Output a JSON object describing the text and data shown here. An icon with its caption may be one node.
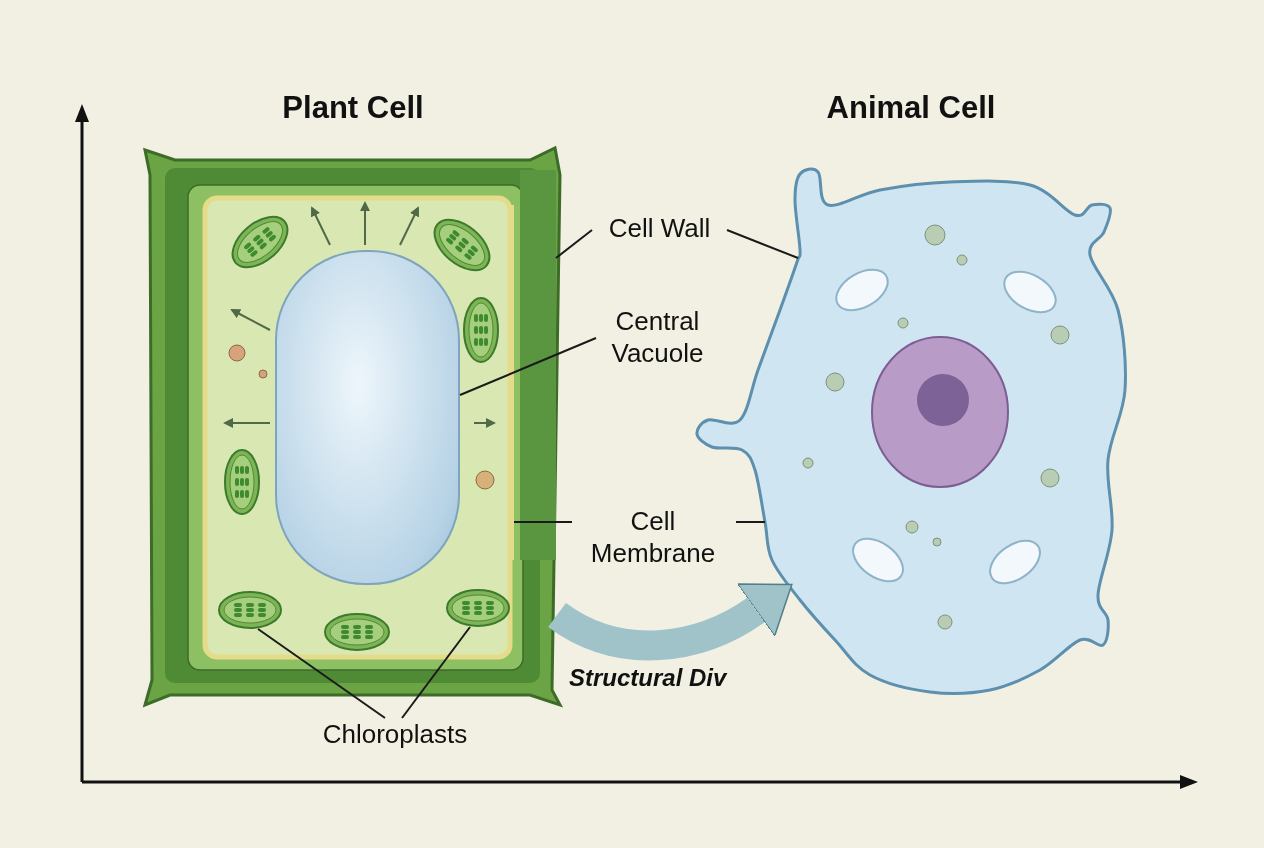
{
  "diagram": {
    "nodes": [
      {
        "text": [
          "Plant Cell"
        ]
      },
      {
        "text": [
          "Animal Cell"
        ]
      },
      {
        "text": [
          "Cell Wall"
        ]
      },
      {
        "text": [
          "Central Vacuole"
        ]
      },
      {
        "text": [
          "Cell Membrane"
        ]
      },
      {
        "text": [
          "Chloroplasts"
        ]
      },
      {
        "text": [],
        "shape": "bar",
        "in": 0
      },
      {
        "text": [],
        "shape": "picture",
        "in": 0
      },
      {
        "text": [],
        "shape": "bar",
        "in": 0
      },
      {
        "text": [],
        "shape": "picture",
        "in": 0
      },
      {
        "text": [],
        "shape": "picture",
        "in": 0
      }
    ],
    "edges": [
      {
        "from": 2,
        "to": 8,
        "arrow": "none"
      },
      {
        "from": 2,
        "to": 1,
        "arrow": "none"
      },
      {
        "from": 3,
        "to": 7,
        "arrow": "none"
      },
      {
        "from": 4,
        "to": 6,
        "arrow": "none"
      },
      {
        "from": 4,
        "to": 1,
        "arrow": "none"
      },
      {
        "from": 5,
        "to": 9,
        "arrow": "none"
      },
      {
        "from": 5,
        "to": 10,
        "arrow": "none"
      },
      {
        "from": 0,
        "to": 1,
        "arrow": "to",
        "label": "Structural Div",
        "style": "thick",
        "color": "#9fc3c8"
      }
    ]
  }
}
